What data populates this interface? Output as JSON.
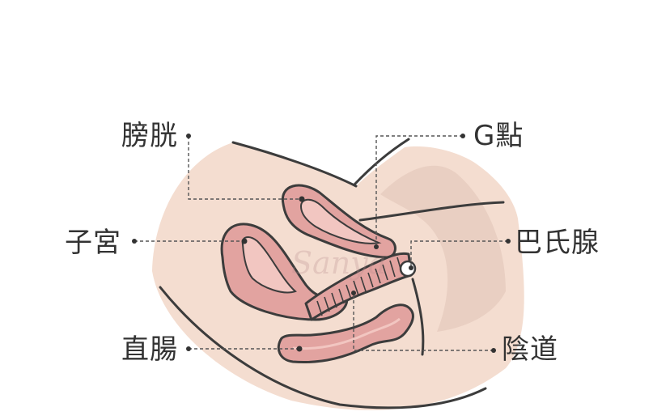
{
  "labels": {
    "bladder": "膀胱",
    "uterus": "子宮",
    "rectum": "直腸",
    "g_spot": "G點",
    "bartholin_gland": "巴氏腺",
    "vagina": "陰道"
  },
  "watermark": "Sanya",
  "colors": {
    "skin": "#f4ddd0",
    "skin_shadow": "#e9cfc2",
    "organ": "#e2a3a0",
    "organ_light": "#f2c6c1",
    "outline": "#3c3c3c",
    "leader": "#555555"
  }
}
